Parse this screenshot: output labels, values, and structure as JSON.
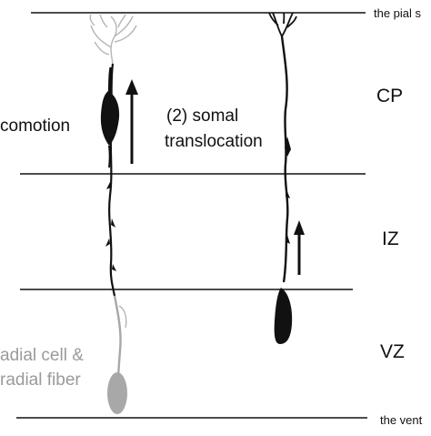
{
  "labels": {
    "pial_surface": "the pial s",
    "ventricle": "the vent",
    "cp": "CP",
    "iz": "IZ",
    "vz": "VZ",
    "locomotion": "comotion",
    "somal_line1": "(2) somal",
    "somal_line2": "translocation",
    "radial_line1": "adial cell &",
    "radial_line2": "radial fiber"
  },
  "colors": {
    "ink": "#111111",
    "glia": "#a8a8a8",
    "background": "#ffffff"
  }
}
